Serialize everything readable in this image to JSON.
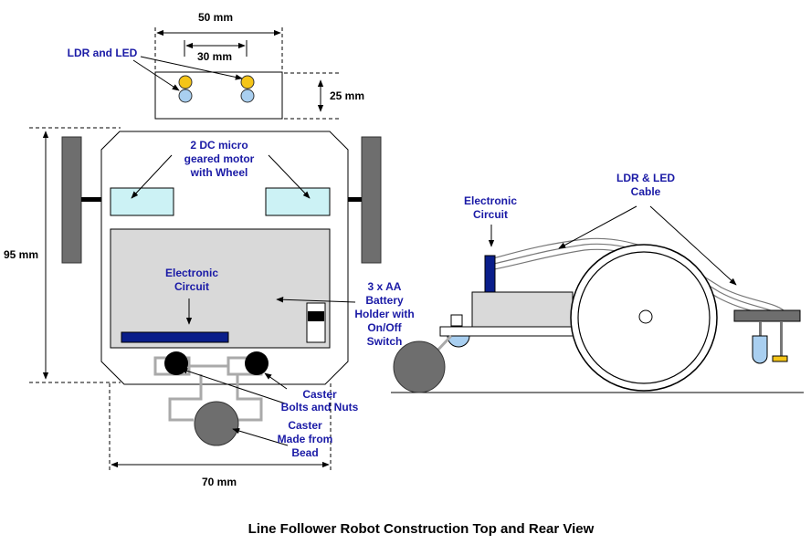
{
  "title": "Line Follower Robot Construction Top and Rear View",
  "dimensions": {
    "width_50": "50 mm",
    "width_30": "30 mm",
    "height_25": "25 mm",
    "height_95": "95 mm",
    "width_70": "70 mm"
  },
  "labels": {
    "ldr_led_line1": "LDR and LED",
    "motor_line1": "2 DC micro",
    "motor_line2": "geared motor",
    "motor_line3": "with Wheel",
    "circuit_top_line1": "Electronic",
    "circuit_top_line2": "Circuit",
    "battery_line1": "3 x AA",
    "battery_line2": "Battery",
    "battery_line3": "Holder with",
    "battery_line4": "On/Off",
    "battery_line5": "Switch",
    "bolts_line1": "Caster",
    "bolts_line2": "Bolts and Nuts",
    "caster_line1": "Caster",
    "caster_line2": "Made from",
    "caster_line3": "Bead",
    "circuit_side_line1": "Electronic",
    "circuit_side_line2": "Circuit",
    "cable_line1": "LDR & LED",
    "cable_line2": "Cable"
  },
  "colors": {
    "label_text": "#1a1aa6",
    "wheel": "#6e6e6e",
    "board": "#d9d9d9",
    "motor": "#ccf2f5",
    "ldr": "#f5c518",
    "led": "#a9cff0",
    "circuit_strip": "#0a1e8a"
  }
}
